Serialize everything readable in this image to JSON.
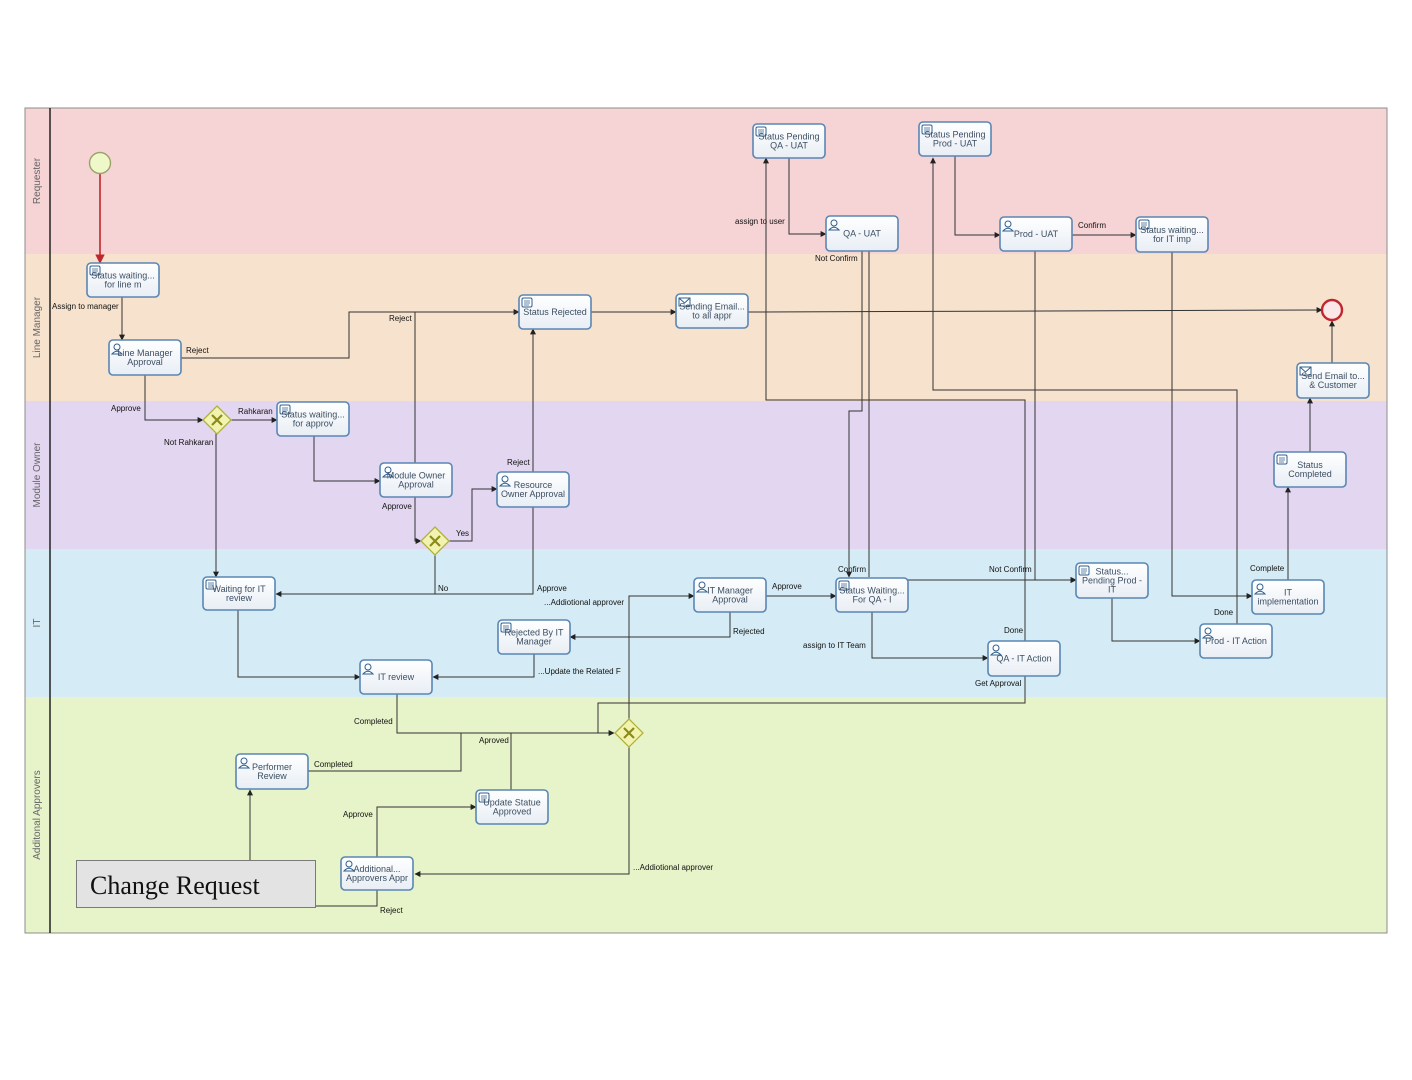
{
  "diagram": {
    "title": "Change Request",
    "lanes": [
      {
        "id": "requester",
        "label": "Requester",
        "color": "#f6d3d5"
      },
      {
        "id": "line-manager",
        "label": "Line Manager",
        "color": "#f6e2cd"
      },
      {
        "id": "module-owner",
        "label": "Module Owner",
        "color": "#e3d6f0"
      },
      {
        "id": "it",
        "label": "IT",
        "color": "#d5ecf6"
      },
      {
        "id": "additional-approvers",
        "label": "Additonal Approvers",
        "color": "#e7f3c9"
      }
    ],
    "tasks": [
      {
        "id": "t1",
        "kind": "script",
        "lines": [
          "Status waiting...",
          "for line m"
        ]
      },
      {
        "id": "t2",
        "kind": "user",
        "lines": [
          "Line Manager",
          "Approval"
        ]
      },
      {
        "id": "t3",
        "kind": "script",
        "lines": [
          "Status waiting...",
          "for approv"
        ]
      },
      {
        "id": "t4",
        "kind": "user",
        "lines": [
          "Module Owner",
          "Approval"
        ]
      },
      {
        "id": "t5",
        "kind": "script",
        "lines": [
          "Status Rejected"
        ]
      },
      {
        "id": "t6",
        "kind": "user",
        "lines": [
          "Resource",
          "Owner Approval"
        ]
      },
      {
        "id": "t7",
        "kind": "email",
        "lines": [
          "Sending Email...",
          "to all appr"
        ]
      },
      {
        "id": "t8",
        "kind": "script",
        "lines": [
          "Status Pending",
          "QA - UAT"
        ]
      },
      {
        "id": "t9",
        "kind": "user",
        "lines": [
          "QA - UAT"
        ]
      },
      {
        "id": "t10",
        "kind": "script",
        "lines": [
          "Status Pending",
          "Prod - UAT"
        ]
      },
      {
        "id": "t11",
        "kind": "user",
        "lines": [
          "Prod - UAT"
        ]
      },
      {
        "id": "t12",
        "kind": "script",
        "lines": [
          "Status waiting...",
          "for IT imp"
        ]
      },
      {
        "id": "t13",
        "kind": "email",
        "lines": [
          "Send Email to...",
          "& Customer"
        ]
      },
      {
        "id": "t14",
        "kind": "script",
        "lines": [
          "Status",
          "Completed"
        ]
      },
      {
        "id": "t15",
        "kind": "script",
        "lines": [
          "Waiting for IT",
          "review"
        ]
      },
      {
        "id": "t16",
        "kind": "user",
        "lines": [
          "IT Manager",
          "Approval"
        ]
      },
      {
        "id": "t17",
        "kind": "script",
        "lines": [
          "Status Waiting...",
          "For QA - I"
        ]
      },
      {
        "id": "t18",
        "kind": "script",
        "lines": [
          "Status...",
          "Pending Prod -",
          "IT"
        ]
      },
      {
        "id": "t19",
        "kind": "user",
        "lines": [
          "IT",
          "implementation"
        ]
      },
      {
        "id": "t20",
        "kind": "script",
        "lines": [
          "Rejected By IT",
          "Manager"
        ]
      },
      {
        "id": "t21",
        "kind": "user",
        "lines": [
          "QA - IT Action"
        ]
      },
      {
        "id": "t22",
        "kind": "user",
        "lines": [
          "Prod - IT Action"
        ]
      },
      {
        "id": "t23",
        "kind": "user",
        "lines": [
          "IT review"
        ]
      },
      {
        "id": "t24",
        "kind": "user",
        "lines": [
          "Performer",
          "Review"
        ]
      },
      {
        "id": "t25",
        "kind": "script",
        "lines": [
          "Update Statue",
          "Approved"
        ]
      },
      {
        "id": "t26",
        "kind": "user",
        "lines": [
          "Additional...",
          "Approvers Appr"
        ]
      }
    ],
    "edge_labels": [
      "Assign to manager",
      "Reject",
      "Reject",
      "Approve",
      "Rahkaran",
      "Not Rahkaran",
      "Approve",
      "Yes",
      "No",
      "Reject",
      "Approve",
      "assign to user",
      "Not Confirm",
      "Confirm",
      "...Addiotional approver",
      "Approve",
      "Rejected",
      "...Update the Related F",
      "Confirm",
      "Not Confirm",
      "assign to IT Team",
      "Done",
      "Done",
      "Get Approval",
      "Complete",
      "Completed",
      "Aproved",
      "Completed",
      "Approve",
      "...Addiotional approver",
      "Reject"
    ]
  }
}
